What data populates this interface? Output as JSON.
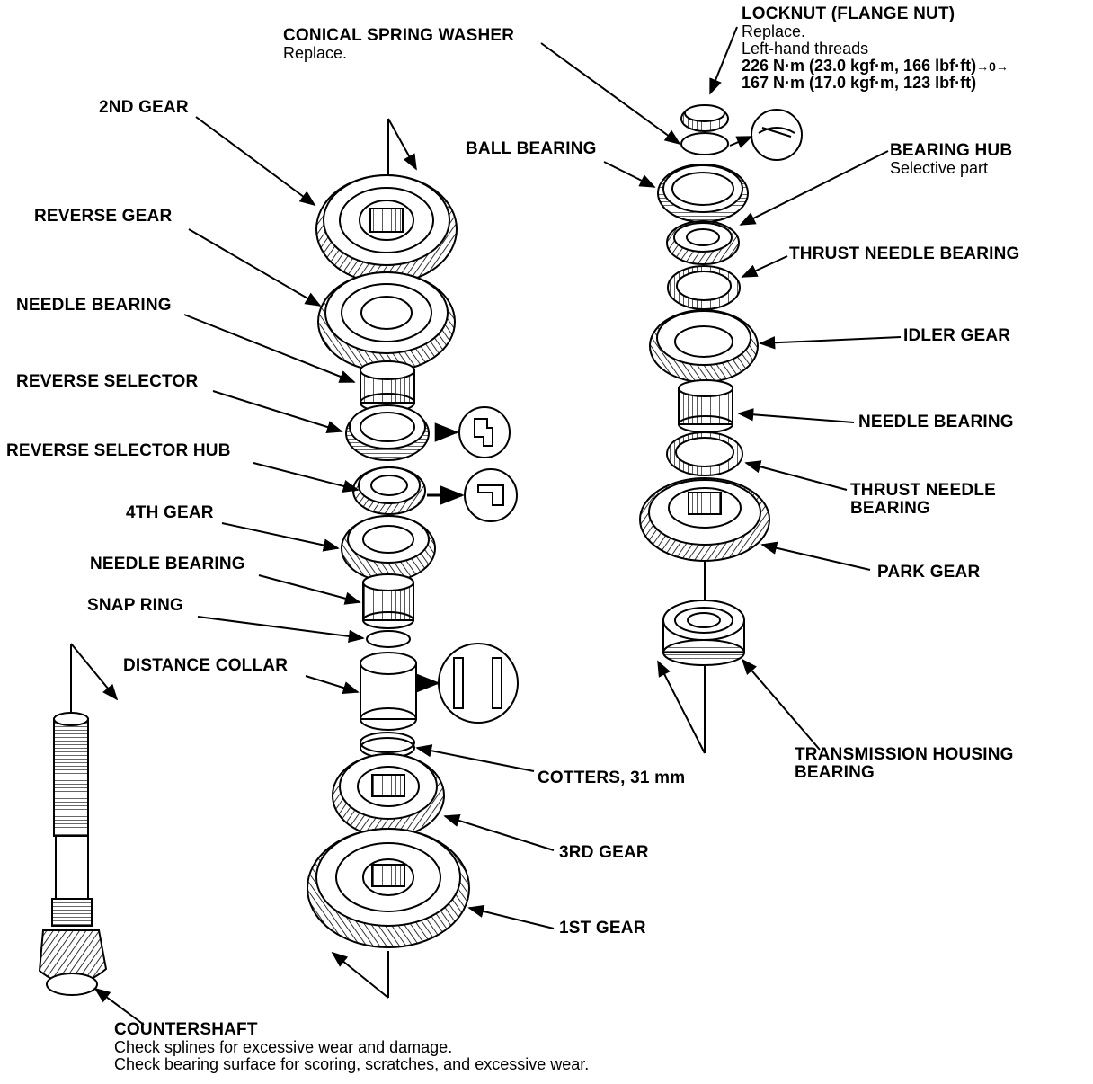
{
  "labels": {
    "locknut": {
      "title": "LOCKNUT (FLANGE NUT)",
      "note1": "Replace.",
      "note2": "Left-hand threads",
      "torque1": "226 N·m (23.0 kgf·m, 166 lbf·ft)",
      "torque_arrow": "→0→",
      "torque2": "167 N·m (17.0 kgf·m, 123 lbf·ft)"
    },
    "conical_spring_washer": {
      "title": "CONICAL SPRING WASHER",
      "note": "Replace."
    },
    "second_gear": "2ND GEAR",
    "ball_bearing": "BALL BEARING",
    "bearing_hub": {
      "title": "BEARING HUB",
      "note": "Selective part"
    },
    "reverse_gear": "REVERSE GEAR",
    "thrust_needle_bearing_1": "THRUST NEEDLE BEARING",
    "needle_bearing_1": "NEEDLE BEARING",
    "idler_gear": "IDLER GEAR",
    "reverse_selector": "REVERSE SELECTOR",
    "needle_bearing_2": "NEEDLE BEARING",
    "reverse_selector_hub": "REVERSE SELECTOR HUB",
    "thrust_needle_bearing_2": {
      "line1": "THRUST NEEDLE",
      "line2": "BEARING"
    },
    "fourth_gear": "4TH GEAR",
    "park_gear": "PARK GEAR",
    "needle_bearing_3": "NEEDLE BEARING",
    "snap_ring": "SNAP RING",
    "distance_collar": "DISTANCE COLLAR",
    "transmission_housing_bearing": {
      "line1": "TRANSMISSION HOUSING",
      "line2": "BEARING"
    },
    "cotters": "COTTERS, 31 mm",
    "third_gear": "3RD GEAR",
    "first_gear": "1ST GEAR",
    "countershaft": {
      "title": "COUNTERSHAFT",
      "note1": "Check splines for excessive wear and damage.",
      "note2": "Check bearing surface for scoring, scratches, and excessive wear."
    }
  }
}
